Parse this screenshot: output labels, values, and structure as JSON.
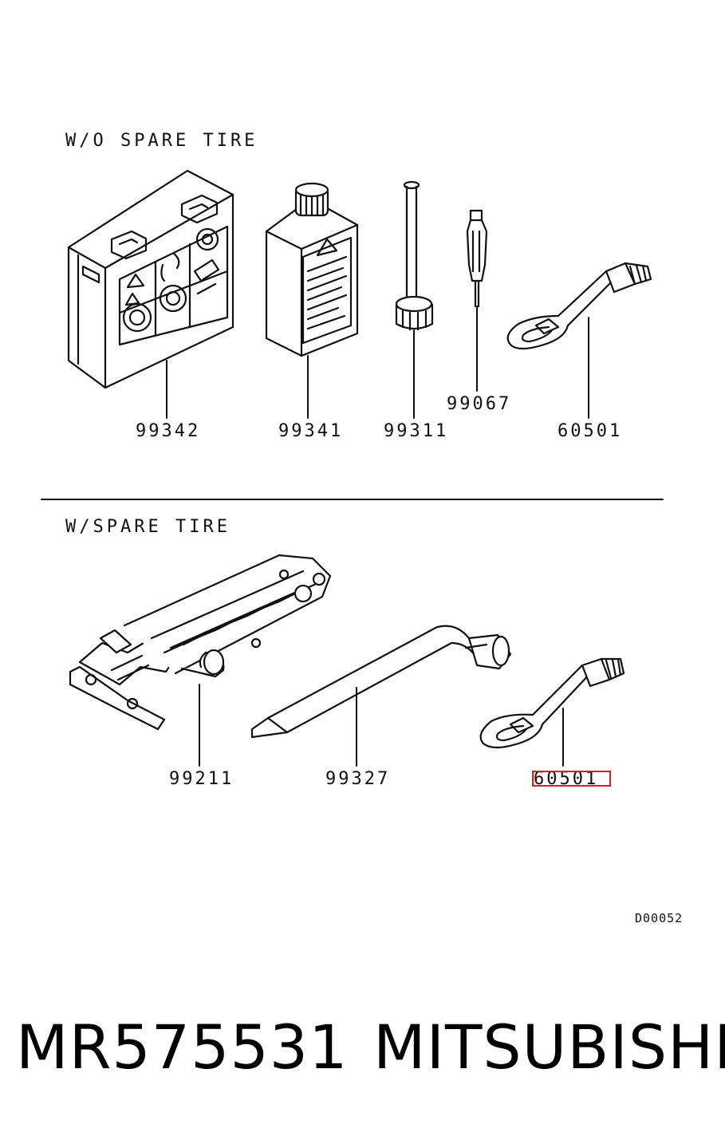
{
  "sections": {
    "without_spare": {
      "title": "W/O SPARE TIRE"
    },
    "with_spare": {
      "title": "W/SPARE TIRE"
    }
  },
  "parts": {
    "p99342": "99342",
    "p99341": "99341",
    "p99311": "99311",
    "p99067": "99067",
    "p60501_a": "60501",
    "p99211": "99211",
    "p99327": "99327",
    "p60501_b": "60501"
  },
  "diagram_code": "D00052",
  "footer": {
    "part_number": "MR575531",
    "brand": "MITSUBISHI"
  },
  "highlight": {
    "part": "60501",
    "color": "#e01b1b"
  },
  "icons": [
    "repair-kit-box",
    "sealant-bottle",
    "valve-core-tool",
    "screwdriver",
    "towing-hook",
    "scissor-jack",
    "wheel-wrench",
    "towing-hook"
  ]
}
